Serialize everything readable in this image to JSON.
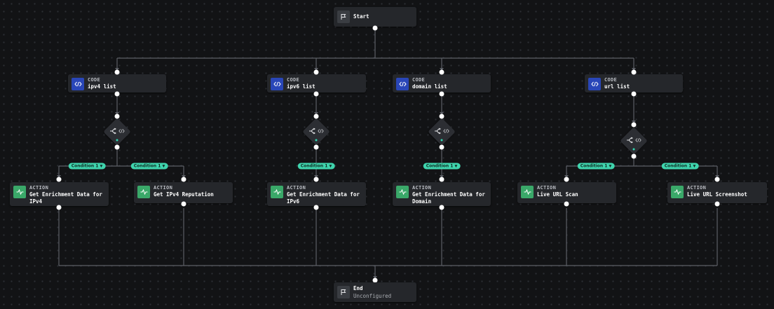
{
  "start": {
    "title": "Start"
  },
  "end": {
    "title": "End",
    "status": "Unconfigured"
  },
  "code_nodes": [
    {
      "type": "CODE",
      "name": "ipv4 list"
    },
    {
      "type": "CODE",
      "name": "ipv6 list"
    },
    {
      "type": "CODE",
      "name": "domain list"
    },
    {
      "type": "CODE",
      "name": "url list"
    }
  ],
  "conditions": [
    {
      "label": "Condition 1"
    },
    {
      "label": "Condition 1"
    },
    {
      "label": "Condition 1"
    },
    {
      "label": "Condition 1"
    },
    {
      "label": "Condition 1"
    },
    {
      "label": "Condition 1"
    }
  ],
  "action_nodes": [
    {
      "type": "ACTION",
      "name": "Get Enrichment Data for IPv4"
    },
    {
      "type": "ACTION",
      "name": "Get IPv4 Reputation"
    },
    {
      "type": "ACTION",
      "name": "Get Enrichment Data for IPv6"
    },
    {
      "type": "ACTION",
      "name": "Get Enrichment Data for Domain"
    },
    {
      "type": "ACTION",
      "name": "Live URL Scan"
    },
    {
      "type": "ACTION",
      "name": "Live URL Screenshot"
    }
  ],
  "icons": {
    "start": "flag-icon",
    "end": "flag-icon",
    "code": "code-icon",
    "action": "activity-icon",
    "decision": "branch-icon",
    "caret": "caret-down-icon"
  },
  "colors": {
    "canvas": "#121315",
    "node": "#25272b",
    "code_icon": "#2946b8",
    "action_icon": "#3aa869",
    "condition_pill": "#3fd4ad",
    "wire": "#5c5f66"
  }
}
